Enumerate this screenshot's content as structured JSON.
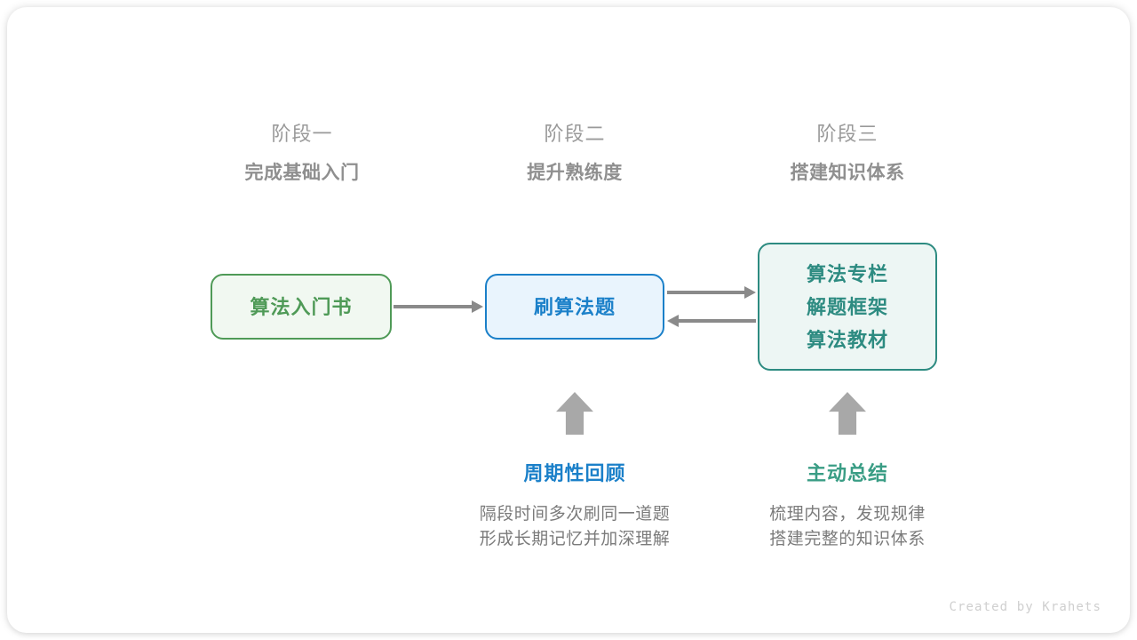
{
  "stages": [
    {
      "index_label": "阶段一",
      "title": "完成基础入门"
    },
    {
      "index_label": "阶段二",
      "title": "提升熟练度"
    },
    {
      "index_label": "阶段三",
      "title": "搭建知识体系"
    }
  ],
  "nodes": {
    "book": {
      "label": "算法入门书",
      "color": "#4f9a57",
      "fill": "#f1f8f1"
    },
    "practice": {
      "label": "刷算法题",
      "color": "#1b80c9",
      "fill": "#e9f4fd"
    },
    "system": {
      "lines": [
        "算法专栏",
        "解题框架",
        "算法教材"
      ],
      "color": "#2d8b81",
      "fill": "#edf6f4"
    }
  },
  "arrows": {
    "book_to_practice": "right-arrow",
    "practice_to_system": "right-arrow",
    "system_to_practice": "left-arrow",
    "review_up": "up-arrow",
    "summary_up": "up-arrow",
    "color": "#8a8a8a"
  },
  "notes": [
    {
      "title": "周期性回顾",
      "color": "#1b80c9",
      "line1": "隔段时间多次刷同一道题",
      "line2": "形成长期记忆并加深理解"
    },
    {
      "title": "主动总结",
      "color": "#3a9d85",
      "line1": "梳理内容，发现规律",
      "line2": "搭建完整的知识体系"
    }
  ],
  "credit": "Created by Krahets"
}
